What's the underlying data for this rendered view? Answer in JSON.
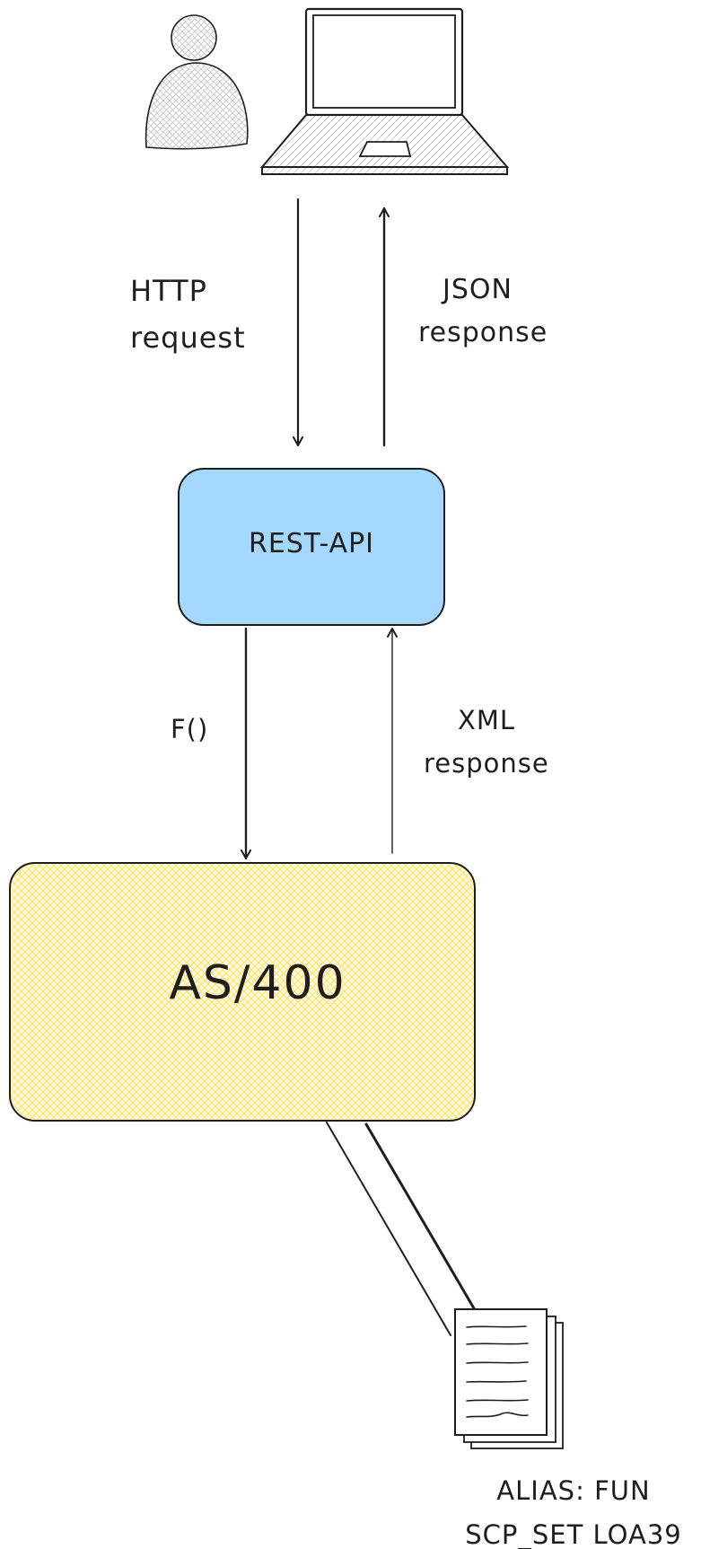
{
  "diagram": {
    "labels": {
      "http_request_line1": "HTTP",
      "http_request_line2": "request",
      "json_response_line1": "JSON",
      "json_response_line2": "response",
      "rest_api": "REST-API",
      "function_call": "F()",
      "xml_response_line1": "XML",
      "xml_response_line2": "response",
      "as400": "AS/400",
      "alias_line1": "ALIAS: FUN",
      "alias_line2": "SCP_SET LOA39"
    },
    "colors": {
      "stroke": "#1e1e1e",
      "rest_api_fill": "#a5d8ff",
      "as400_fill": "#fff9db",
      "as400_hatch": "#ffec99",
      "icon_hatch": "#cfd4da"
    }
  }
}
